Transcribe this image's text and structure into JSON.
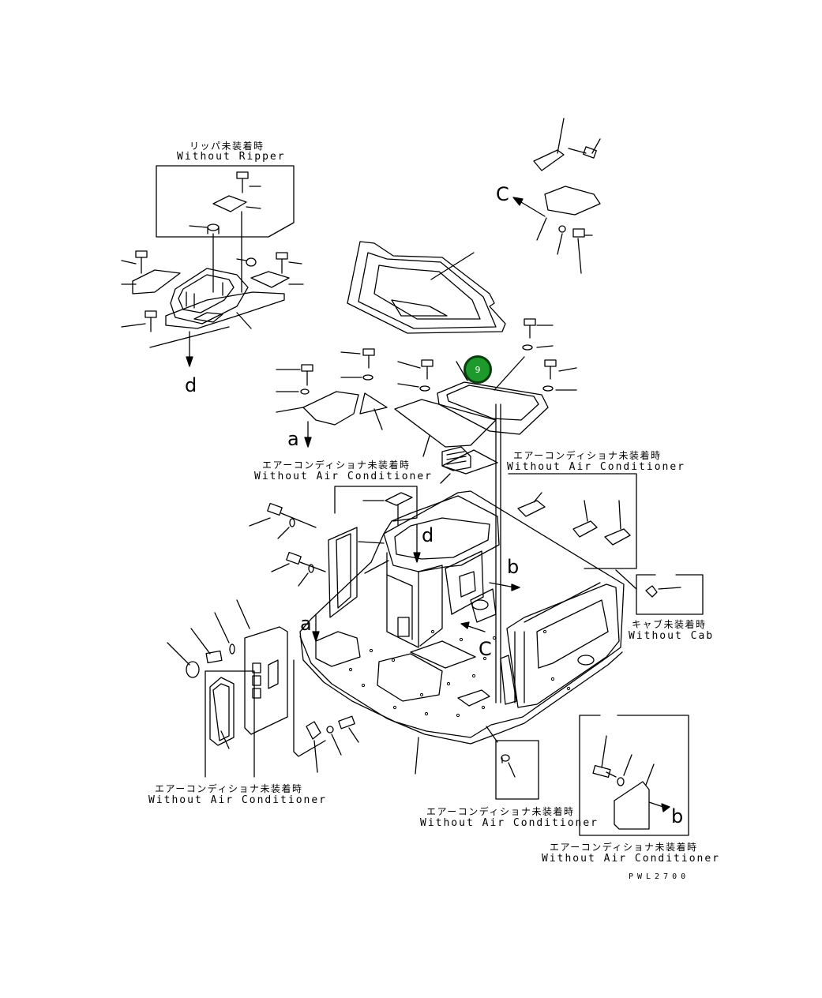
{
  "labels": {
    "without_ripper_jp": "リッパ未装着時",
    "without_ripper_en": "Without Ripper",
    "without_ac_jp": "エアーコンディショナ未装着時",
    "without_ac_en": "Without Air Conditioner",
    "without_cab_jp": "キャブ未装着時",
    "without_cab_en": "Without Cab"
  },
  "refs": {
    "a": "a",
    "b": "b",
    "c": "C",
    "d": "d"
  },
  "callout": {
    "number": "9",
    "color": "#1e9a2c"
  },
  "drawing_code": "PWL2700"
}
